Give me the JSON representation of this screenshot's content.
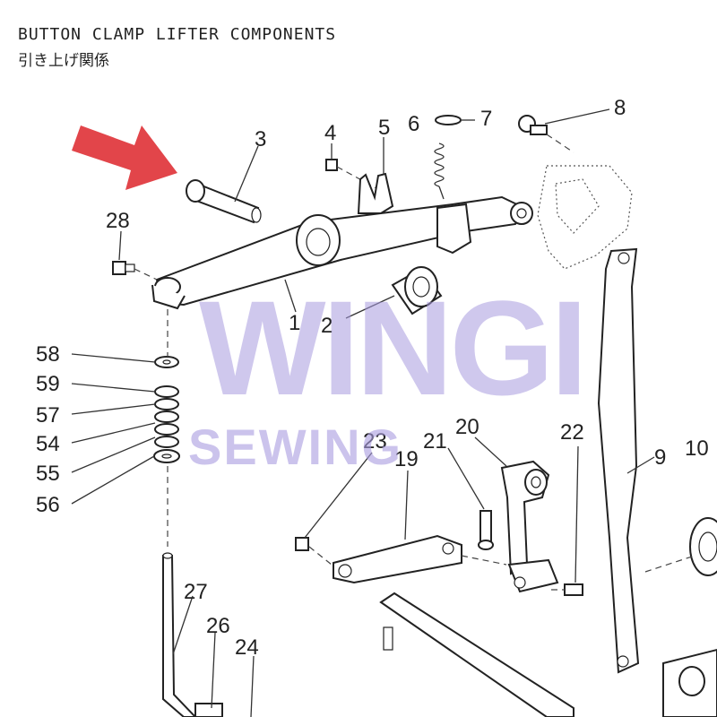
{
  "header": {
    "title": "BUTTON CLAMP LIFTER COMPONENTS",
    "subtitle": "引き上げ関係"
  },
  "callouts": {
    "c1": "1",
    "c2": "2",
    "c3": "3",
    "c4": "4",
    "c5": "5",
    "c6": "6",
    "c7": "7",
    "c8": "8",
    "c9": "9",
    "c10": "10",
    "c19": "19",
    "c20": "20",
    "c21": "21",
    "c22": "22",
    "c23": "23",
    "c24": "24",
    "c26": "26",
    "c27": "27",
    "c28": "28",
    "c54": "54",
    "c55": "55",
    "c56": "56",
    "c57": "57",
    "c58": "58",
    "c59": "59"
  },
  "watermark": {
    "line1": "WINGI",
    "line2": "SEWING"
  },
  "colors": {
    "arrow": "#e2454a",
    "watermark": "#a99ce0",
    "ink": "#222222"
  },
  "icons": {
    "pointer": "red-arrow-icon"
  }
}
